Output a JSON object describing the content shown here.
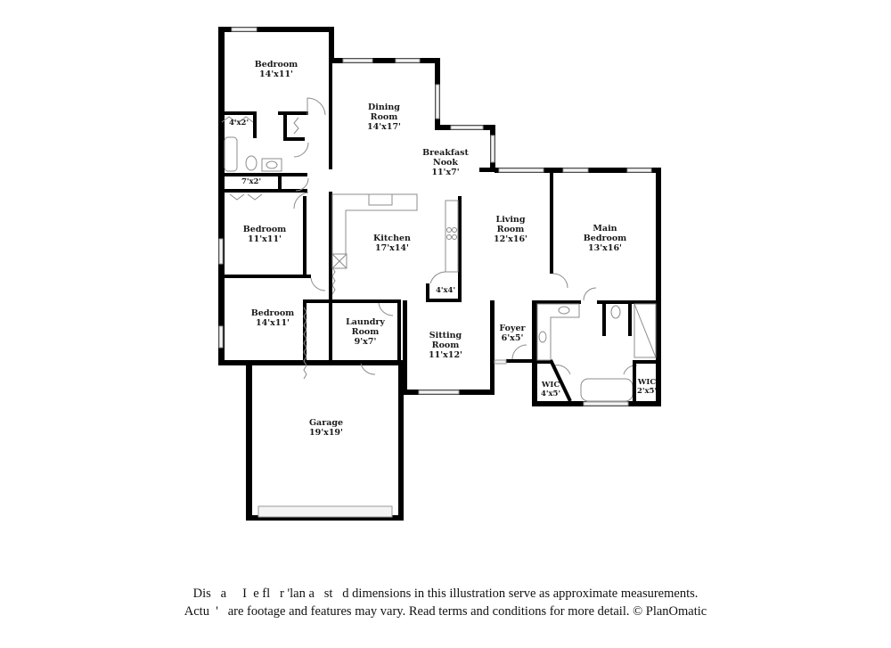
{
  "floorplan": {
    "rooms": [
      {
        "id": "bedroom-1",
        "name": "Bedroom",
        "dimensions": "14'x11'"
      },
      {
        "id": "closet-1",
        "name": "",
        "dimensions": "4'x2'"
      },
      {
        "id": "dining-room",
        "name": "Dining Room",
        "dimensions": "14'x17'"
      },
      {
        "id": "breakfast-nook",
        "name": "Breakfast Nook",
        "dimensions": "11'x7'"
      },
      {
        "id": "closet-2",
        "name": "",
        "dimensions": "7'x2'"
      },
      {
        "id": "bedroom-2",
        "name": "Bedroom",
        "dimensions": "11'x11'"
      },
      {
        "id": "kitchen",
        "name": "Kitchen",
        "dimensions": "17'x14'"
      },
      {
        "id": "pantry",
        "name": "",
        "dimensions": "4'x4'"
      },
      {
        "id": "living-room",
        "name": "Living Room",
        "dimensions": "12'x16'"
      },
      {
        "id": "main-bedroom",
        "name": "Main Bedroom",
        "dimensions": "13'x16'"
      },
      {
        "id": "bedroom-3",
        "name": "Bedroom",
        "dimensions": "14'x11'"
      },
      {
        "id": "laundry-room",
        "name": "Laundry Room",
        "dimensions": "9'x7'"
      },
      {
        "id": "sitting-room",
        "name": "Sitting Room",
        "dimensions": "11'x12'"
      },
      {
        "id": "foyer",
        "name": "Foyer",
        "dimensions": "6'x5'"
      },
      {
        "id": "wic-1",
        "name": "WIC",
        "dimensions": "4'x5'"
      },
      {
        "id": "wic-2",
        "name": "WIC",
        "dimensions": "2'x5'"
      },
      {
        "id": "garage",
        "name": "Garage",
        "dimensions": "19'x19'"
      }
    ],
    "labels": {
      "bedroom_1": {
        "l1": "Bedroom",
        "dim": "14'x11'"
      },
      "closet_1": {
        "dim": "4'x2'"
      },
      "dining": {
        "l1": "Dining",
        "l2": "Room",
        "dim": "14'x17'"
      },
      "nook": {
        "l1": "Breakfast",
        "l2": "Nook",
        "dim": "11'x7'"
      },
      "closet_2": {
        "dim": "7'x2'"
      },
      "bedroom_2": {
        "l1": "Bedroom",
        "dim": "11'x11'"
      },
      "kitchen": {
        "l1": "Kitchen",
        "dim": "17'x14'"
      },
      "pantry": {
        "dim": "4'x4'"
      },
      "living": {
        "l1": "Living",
        "l2": "Room",
        "dim": "12'x16'"
      },
      "main_bedroom": {
        "l1": "Main",
        "l2": "Bedroom",
        "dim": "13'x16'"
      },
      "bedroom_3": {
        "l1": "Bedroom",
        "dim": "14'x11'"
      },
      "laundry": {
        "l1": "Laundry",
        "l2": "Room",
        "dim": "9'x7'"
      },
      "sitting": {
        "l1": "Sitting",
        "l2": "Room",
        "dim": "11'x12'"
      },
      "foyer": {
        "l1": "Foyer",
        "dim": "6'x5'"
      },
      "wic_1": {
        "l1": "WIC",
        "dim": "4'x5'"
      },
      "wic_2": {
        "l1": "WIC",
        "dim": "2'x5'"
      },
      "garage": {
        "l1": "Garage",
        "dim": "19'x19'"
      }
    },
    "colors": {
      "walls": "#000000",
      "windows": "#9a9a9a",
      "fixtures": "#8c8c8c",
      "background": "#ffffff"
    }
  },
  "disclaimer": {
    "line1": "Dis   a     I  e fl   r 'lan a   st   d dimensions in this illustration serve as approximate measurements.",
    "line2": "Actu  '   are footage and features may vary. Read terms and conditions for more detail. © PlanOmatic"
  }
}
